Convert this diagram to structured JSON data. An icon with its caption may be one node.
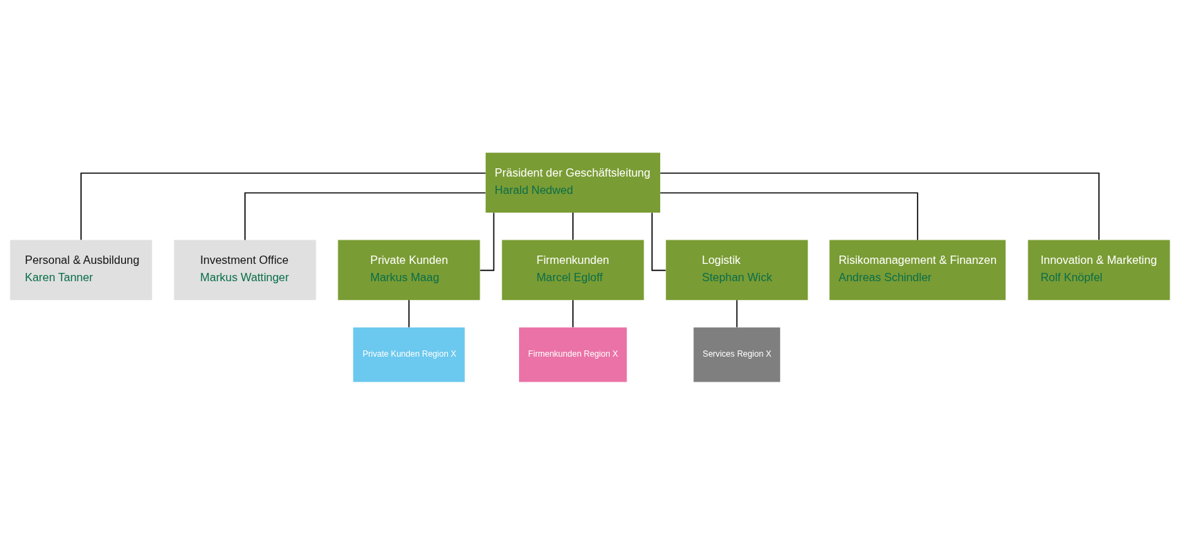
{
  "diagram": {
    "nodes": [
      {
        "text": [
          "Präsident der Geschäftsleitung",
          "Harald Nedwed"
        ]
      },
      {
        "text": [
          "Personal & Ausbildung",
          "Karen Tanner"
        ]
      },
      {
        "text": [
          "Investment Office",
          "Markus Wattinger"
        ]
      },
      {
        "text": [
          "Private Kunden",
          "Markus Maag"
        ]
      },
      {
        "text": [
          "Firmenkunden",
          "Marcel Egloff"
        ]
      },
      {
        "text": [
          "Logistik",
          "Stephan Wick"
        ]
      },
      {
        "text": [
          "Risikomanagement & Finanzen",
          "Andreas Schindler"
        ]
      },
      {
        "text": [
          "Innovation & Marketing",
          "Rolf Knöpfel"
        ]
      },
      {
        "text": [
          "Private Kunden Region X"
        ]
      },
      {
        "text": [
          "Firmenkunden Region X"
        ]
      },
      {
        "text": [
          "Services Region X"
        ]
      }
    ],
    "edges": [
      {
        "from": 0,
        "to": 1,
        "arrow": "none"
      },
      {
        "from": 0,
        "to": 2,
        "arrow": "none"
      },
      {
        "from": 0,
        "to": 3,
        "arrow": "none"
      },
      {
        "from": 0,
        "to": 4,
        "arrow": "none"
      },
      {
        "from": 0,
        "to": 5,
        "arrow": "none"
      },
      {
        "from": 0,
        "to": 6,
        "arrow": "none"
      },
      {
        "from": 0,
        "to": 7,
        "arrow": "none"
      },
      {
        "from": 3,
        "to": 8,
        "arrow": "none"
      },
      {
        "from": 4,
        "to": 9,
        "arrow": "none"
      },
      {
        "from": 5,
        "to": 10,
        "arrow": "none"
      }
    ]
  }
}
